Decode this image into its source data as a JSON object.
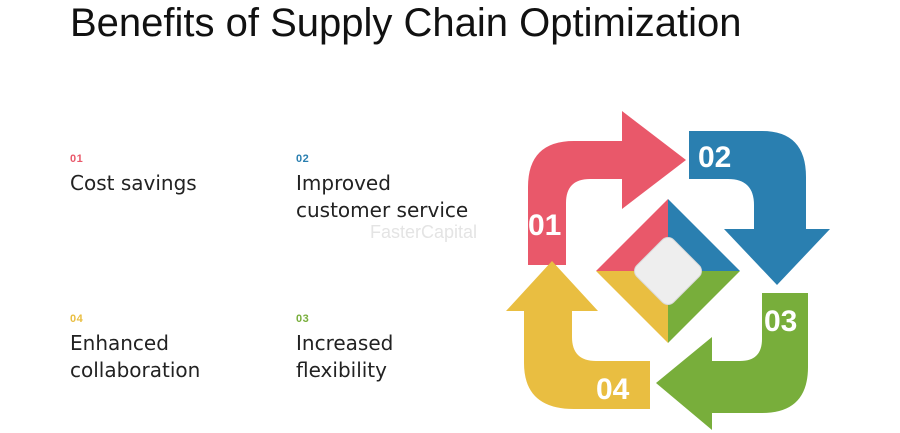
{
  "title": "Benefits of Supply Chain Optimization",
  "benefits": [
    {
      "number": "01",
      "label": "Cost savings",
      "color": "#e9586a"
    },
    {
      "number": "02",
      "label": "Improved customer service",
      "color": "#2a7fb0"
    },
    {
      "number": "03",
      "label": "Increased flexibility",
      "color": "#78ae3b"
    },
    {
      "number": "04",
      "label": "Enhanced collaboration",
      "color": "#e9be41"
    }
  ],
  "watermark": "FasterCapital",
  "colors": {
    "red": "#e9586a",
    "blue": "#2a7fb0",
    "green": "#78ae3b",
    "yellow": "#e9be41",
    "center": "#eeeeee"
  }
}
